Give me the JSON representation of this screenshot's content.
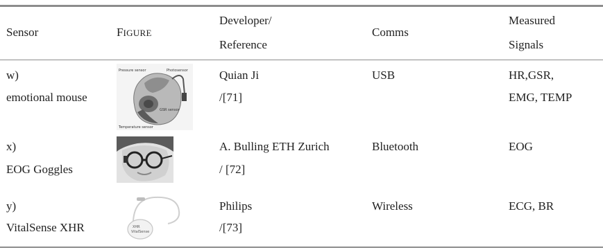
{
  "header": {
    "sensor": "Sensor",
    "figure_first": "F",
    "figure_rest": "IGURE",
    "developer_line1": "Developer/",
    "developer_line2": "Reference",
    "comms": "Comms",
    "measured_line1": "Measured",
    "measured_line2": "Signals"
  },
  "rows": [
    {
      "sensor_line1": "w)",
      "sensor_line2": "emotional mouse",
      "developer_line1": "Quian Ji",
      "developer_line2": "/[71]",
      "comms": "USB",
      "signals_line1": "HR,GSR,",
      "signals_line2": "EMG, TEMP",
      "image_labels": [
        "Pressure sensor",
        "Photosensor",
        "GSR sensor",
        "Temperature sensor"
      ]
    },
    {
      "sensor_line1": "x)",
      "sensor_line2": "EOG Goggles",
      "developer_line1": "A. Bulling ETH Zurich",
      "developer_line2": "/ [72]",
      "comms": "Bluetooth",
      "signals_line1": "EOG"
    },
    {
      "sensor_line1": "y)",
      "sensor_line2": "VitalSense XHR",
      "developer_line1": "Philips",
      "developer_line2": "/[73]",
      "comms": "Wireless",
      "signals_line1": "ECG, BR",
      "image_labels": [
        "XHR",
        "VitalSense"
      ]
    }
  ]
}
